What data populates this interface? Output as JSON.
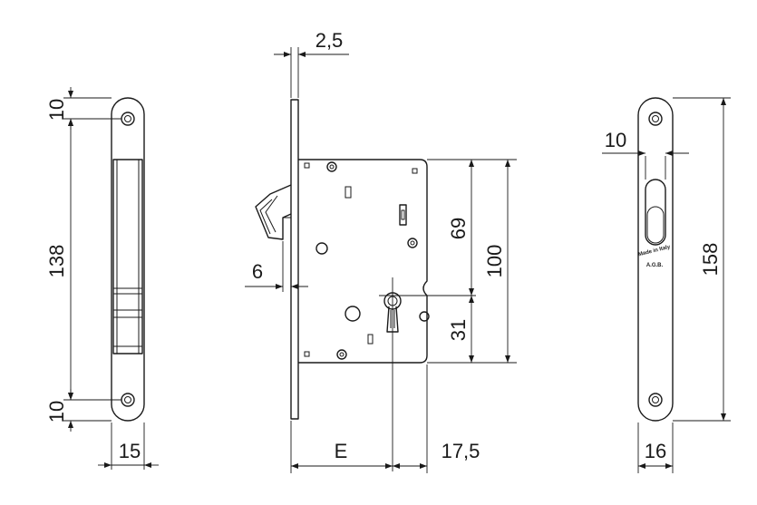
{
  "dimensions": {
    "front_top_hole": "10",
    "front_hole_spacing": "138",
    "front_bottom_hole": "10",
    "front_width": "15",
    "faceplate_thickness": "2,5",
    "hook_projection": "6",
    "backset": "E",
    "keyhole_offset": "17,5",
    "upper_height": "69",
    "lower_height": "31",
    "case_height": "100",
    "strike_slot_offset": "10",
    "strike_height": "158",
    "strike_width": "16"
  },
  "markings": {
    "made_in": "Made in Italy",
    "brand": "A.G.B."
  }
}
